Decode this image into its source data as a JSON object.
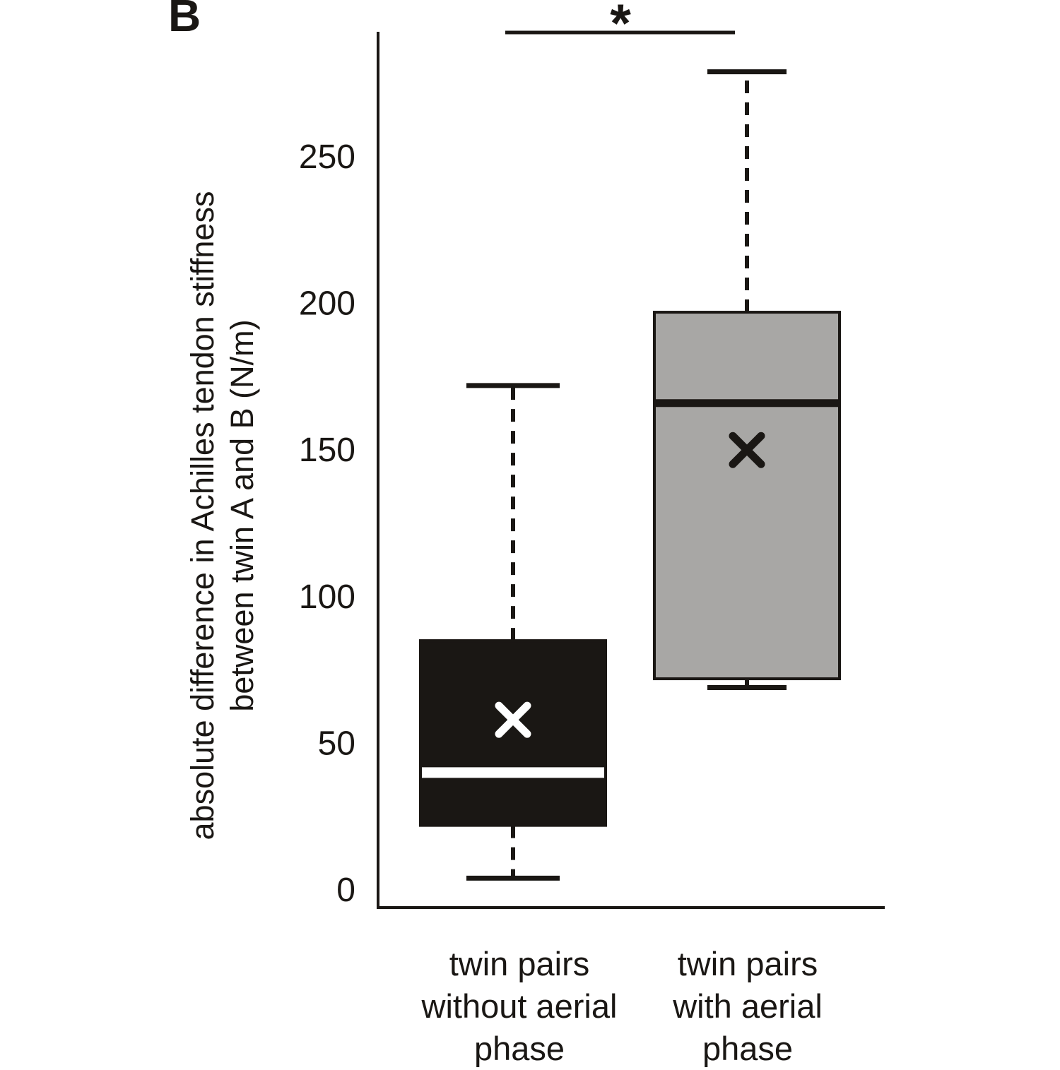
{
  "figure": {
    "panel_label": "B"
  },
  "colors": {
    "ink": "#1a1714",
    "box_dark": "#1a1714",
    "box_gray": "#a8a7a5",
    "background": "#ffffff",
    "median_dark_box": "#ffffff",
    "median_gray_box": "#1a1714"
  },
  "chart_data": {
    "type": "boxplot",
    "title": "",
    "xlabel": "",
    "ylabel": "absolute difference in Achilles tendon stiffness between twin A and B (N/m)",
    "ylabel_lines": [
      "absolute difference in Achilles tendon stiffness",
      "between twin A and B (N/m)"
    ],
    "yticks": [
      0,
      50,
      100,
      150,
      200,
      250
    ],
    "ylim": [
      0,
      293
    ],
    "grid": false,
    "legend": "none",
    "significance": {
      "marker": "*",
      "between": [
        "twin pairs without aerial phase",
        "twin pairs with aerial phase"
      ]
    },
    "series": [
      {
        "name": "twin pairs without aerial phase",
        "label_lines": [
          "twin pairs",
          "without aerial",
          "phase"
        ],
        "box_color": "#1a1714",
        "border_color": "#1a1714",
        "median_color": "#ffffff",
        "mean_color": "#ffffff",
        "stats": {
          "whisker_low": 4,
          "q1": 22,
          "median": 40,
          "q3": 85,
          "whisker_high": 172,
          "mean": 58
        }
      },
      {
        "name": "twin pairs with aerial phase",
        "label_lines": [
          "twin pairs",
          "with aerial",
          "phase"
        ],
        "box_color": "#a8a7a5",
        "border_color": "#1a1714",
        "median_color": "#1a1714",
        "mean_color": "#1a1714",
        "stats": {
          "whisker_low": 69,
          "q1": 72,
          "median": 166,
          "q3": 197,
          "whisker_high": 279,
          "mean": 150
        }
      }
    ]
  }
}
